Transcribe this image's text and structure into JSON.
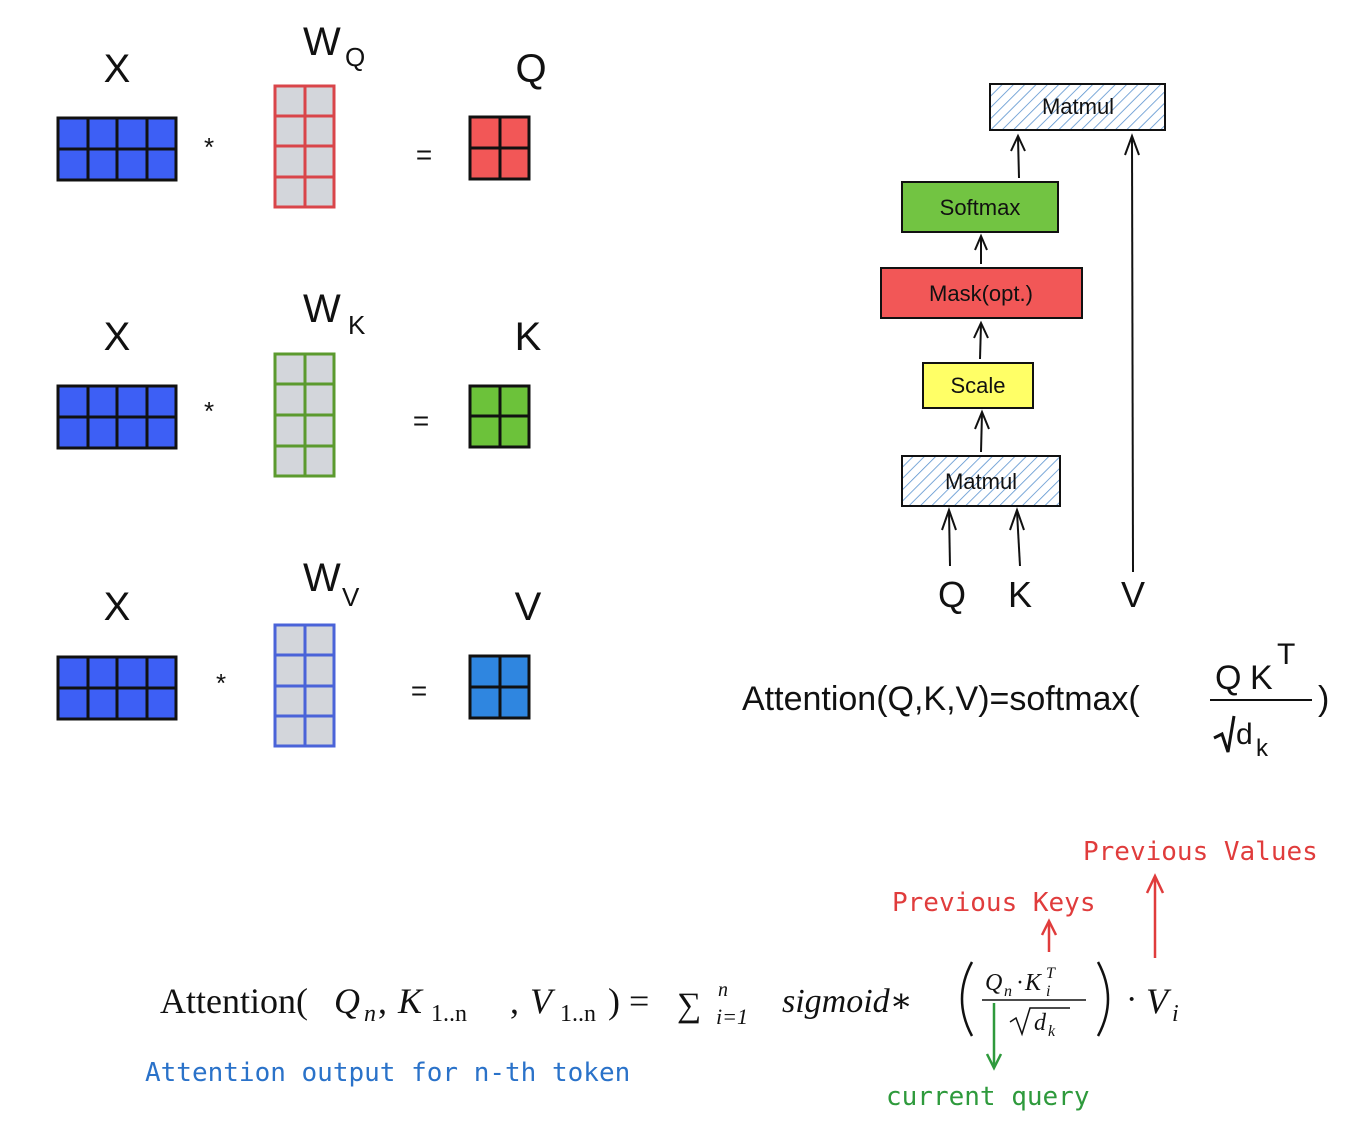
{
  "colors": {
    "x_blue": "#3d5ff5",
    "wq_red": "#d9454a",
    "wk_green": "#5b9a2e",
    "wv_blue": "#4a63d8",
    "q_fill": "#f25757",
    "k_fill": "#6cc23a",
    "v_fill": "#2f86e0",
    "w_fill": "#d3d6db",
    "softmax": "#72c442",
    "mask": "#f25757",
    "scale": "#ffff66",
    "matmul_hatch": "#5a93cf",
    "note_red": "#e03c3c",
    "note_green": "#2e9a3c",
    "note_blue": "#2a72c9"
  },
  "projections": [
    {
      "input": "X",
      "weight": "W",
      "weight_sub": "Q",
      "output": "Q",
      "op": "*",
      "eq": "="
    },
    {
      "input": "X",
      "weight": "W",
      "weight_sub": "K",
      "output": "K",
      "op": "*",
      "eq": "="
    },
    {
      "input": "X",
      "weight": "W",
      "weight_sub": "V",
      "output": "V",
      "op": "*",
      "eq": "="
    }
  ],
  "flow": {
    "matmul_top": "Matmul",
    "softmax": "Softmax",
    "mask": "Mask(opt.)",
    "scale": "Scale",
    "matmul_bottom": "Matmul",
    "inputs": [
      "Q",
      "K",
      "V"
    ]
  },
  "formula1": {
    "lhs": "Attention(Q,K,V)=softmax(",
    "num_q": "Q",
    "num_k": "K",
    "num_sup": "T",
    "den": "d",
    "den_sub": "k",
    "close": ")"
  },
  "formula2": {
    "attention": "Attention(",
    "q": "Q",
    "q_sub": "n",
    "comma": ", ",
    "k": "K",
    "k_sub": "1..n",
    "v": "V",
    "v_sub": "1..n",
    "rhs_eq": ") = ",
    "sum": "∑",
    "sum_upper": "n",
    "sum_lower": "i=1",
    "sigmoid": "sigmoid∗",
    "frac_num_q": "Q",
    "frac_num_qsub": "n",
    "frac_dot": "·",
    "frac_num_k": "K",
    "frac_num_ksup": "T",
    "frac_num_ksub": "i",
    "frac_den_d": "d",
    "frac_den_sub": "k",
    "dot": "·",
    "vi": "V",
    "vi_sub": "i"
  },
  "annotations": {
    "previous_values": "Previous Values",
    "previous_keys": "Previous Keys",
    "current_query": "current query",
    "output_note": "Attention output for n-th token"
  }
}
